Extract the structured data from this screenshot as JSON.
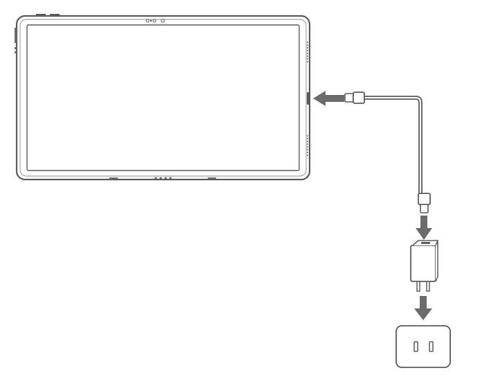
{
  "diagram": {
    "kind": "charging-setup-illustration",
    "components": [
      {
        "name": "tablet",
        "icon": "tablet-icon"
      },
      {
        "name": "usb-c-cable",
        "icon": "usb-c-cable-icon"
      },
      {
        "name": "power-adapter",
        "icon": "power-adapter-icon"
      },
      {
        "name": "wall-outlet",
        "icon": "wall-outlet-icon"
      }
    ],
    "arrows": [
      {
        "name": "arrow-into-tablet",
        "direction": "left"
      },
      {
        "name": "arrow-into-adapter",
        "direction": "down"
      },
      {
        "name": "arrow-into-outlet",
        "direction": "down"
      }
    ],
    "colors": {
      "line": "#5a5a5a",
      "arrow": "#6b6b6b",
      "background": "#ffffff"
    }
  }
}
